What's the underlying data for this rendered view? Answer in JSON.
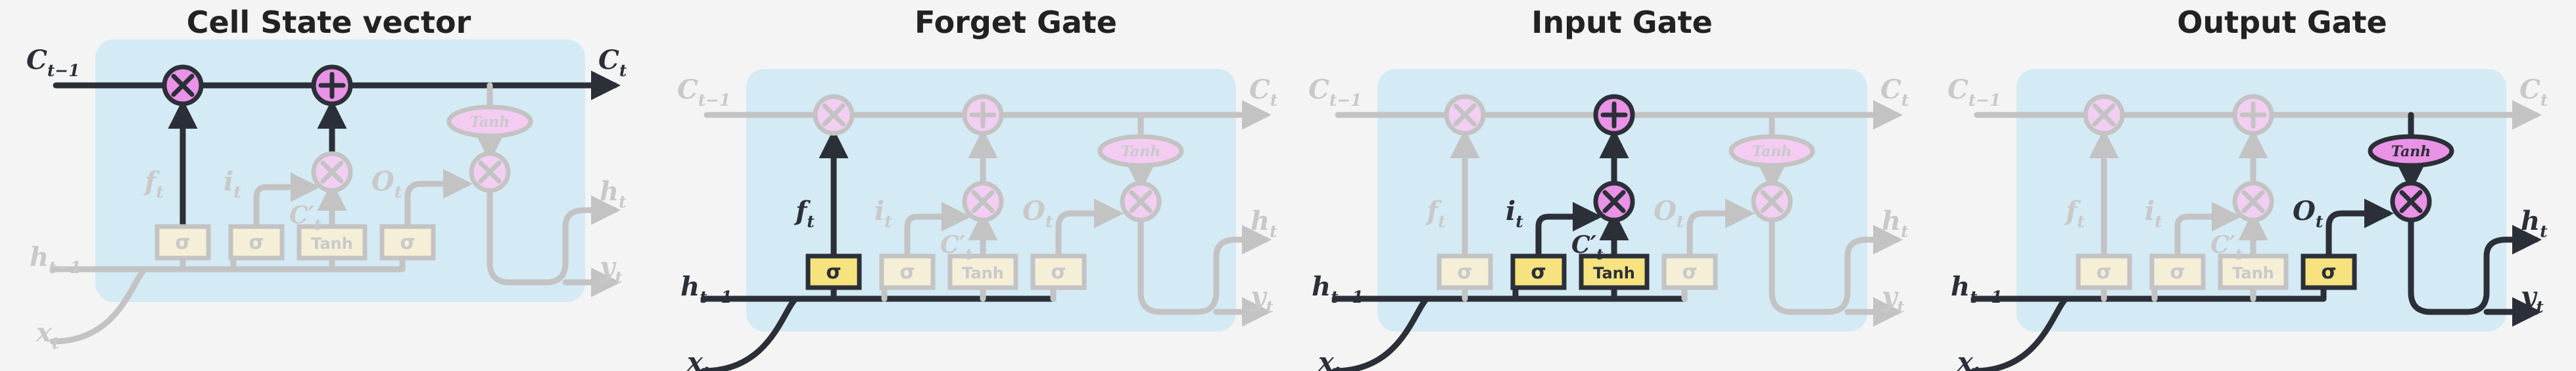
{
  "colors": {
    "page_bg": "#f4f4f4",
    "panel_bg": "#d4eaf4",
    "active_line": "#2b2f38",
    "faded_line": "#c3c3c3",
    "faded_text": "#c9c9c9",
    "gate_active": "#f6e27e",
    "gate_faded": "#f5efd8",
    "op_active": "#e992e6",
    "op_faded": "#f2cef2",
    "tanh_active": "#e992e6",
    "tanh_faded": "#f4ccf2"
  },
  "diagrams": [
    {
      "title": "Cell State vector",
      "focus": "cell",
      "labels": {
        "c_prev": "C",
        "c_prev_sub": "t−1",
        "c_next": "C",
        "c_next_sub": "t",
        "f": "f",
        "f_sub": "t",
        "i": "i",
        "i_sub": "t",
        "c_cand": "C′",
        "c_cand_sub": "t",
        "o": "O",
        "o_sub": "t",
        "h_prev": "h",
        "h_prev_sub": "t−1",
        "h_out": "h",
        "h_out_sub": "t",
        "y_out": "y",
        "y_out_sub": "t",
        "x_in": "x",
        "x_in_sub": "t"
      },
      "blocks": [
        "σ",
        "σ",
        "Tanh",
        "σ"
      ],
      "tanh_label": "Tanh",
      "ops": [
        "⊗",
        "⊕",
        "⊗",
        "⊗"
      ]
    },
    {
      "title": "Forget Gate",
      "focus": "forget",
      "labels": {
        "c_prev": "C",
        "c_prev_sub": "t−1",
        "c_next": "C",
        "c_next_sub": "t",
        "f": "f",
        "f_sub": "t",
        "i": "i",
        "i_sub": "t",
        "c_cand": "C′",
        "c_cand_sub": "t",
        "o": "O",
        "o_sub": "t",
        "h_prev": "h",
        "h_prev_sub": "t−1",
        "h_out": "h",
        "h_out_sub": "t",
        "y_out": "y",
        "y_out_sub": "t",
        "x_in": "x",
        "x_in_sub": "t"
      },
      "blocks": [
        "σ",
        "σ",
        "Tanh",
        "σ"
      ],
      "tanh_label": "Tanh",
      "ops": [
        "⊗",
        "⊕",
        "⊗",
        "⊗"
      ]
    },
    {
      "title": "Input Gate",
      "focus": "input",
      "labels": {
        "c_prev": "C",
        "c_prev_sub": "t−1",
        "c_next": "C",
        "c_next_sub": "t",
        "f": "f",
        "f_sub": "t",
        "i": "i",
        "i_sub": "t",
        "c_cand": "C′",
        "c_cand_sub": "t",
        "o": "O",
        "o_sub": "t",
        "h_prev": "h",
        "h_prev_sub": "t−1",
        "h_out": "h",
        "h_out_sub": "t",
        "y_out": "y",
        "y_out_sub": "t",
        "x_in": "x",
        "x_in_sub": "t"
      },
      "blocks": [
        "σ",
        "σ",
        "Tanh",
        "σ"
      ],
      "tanh_label": "Tanh",
      "ops": [
        "⊗",
        "⊕",
        "⊗",
        "⊗"
      ]
    },
    {
      "title": "Output Gate",
      "focus": "output",
      "labels": {
        "c_prev": "C",
        "c_prev_sub": "t−1",
        "c_next": "C",
        "c_next_sub": "t",
        "f": "f",
        "f_sub": "t",
        "i": "i",
        "i_sub": "t",
        "c_cand": "C′",
        "c_cand_sub": "t",
        "o": "O",
        "o_sub": "t",
        "h_prev": "h",
        "h_prev_sub": "t−1",
        "h_out": "h",
        "h_out_sub": "t",
        "y_out": "y",
        "y_out_sub": "t",
        "x_in": "x",
        "x_in_sub": "t"
      },
      "blocks": [
        "σ",
        "σ",
        "Tanh",
        "σ"
      ],
      "tanh_label": "Tanh",
      "ops": [
        "⊗",
        "⊕",
        "⊗",
        "⊗"
      ]
    }
  ]
}
